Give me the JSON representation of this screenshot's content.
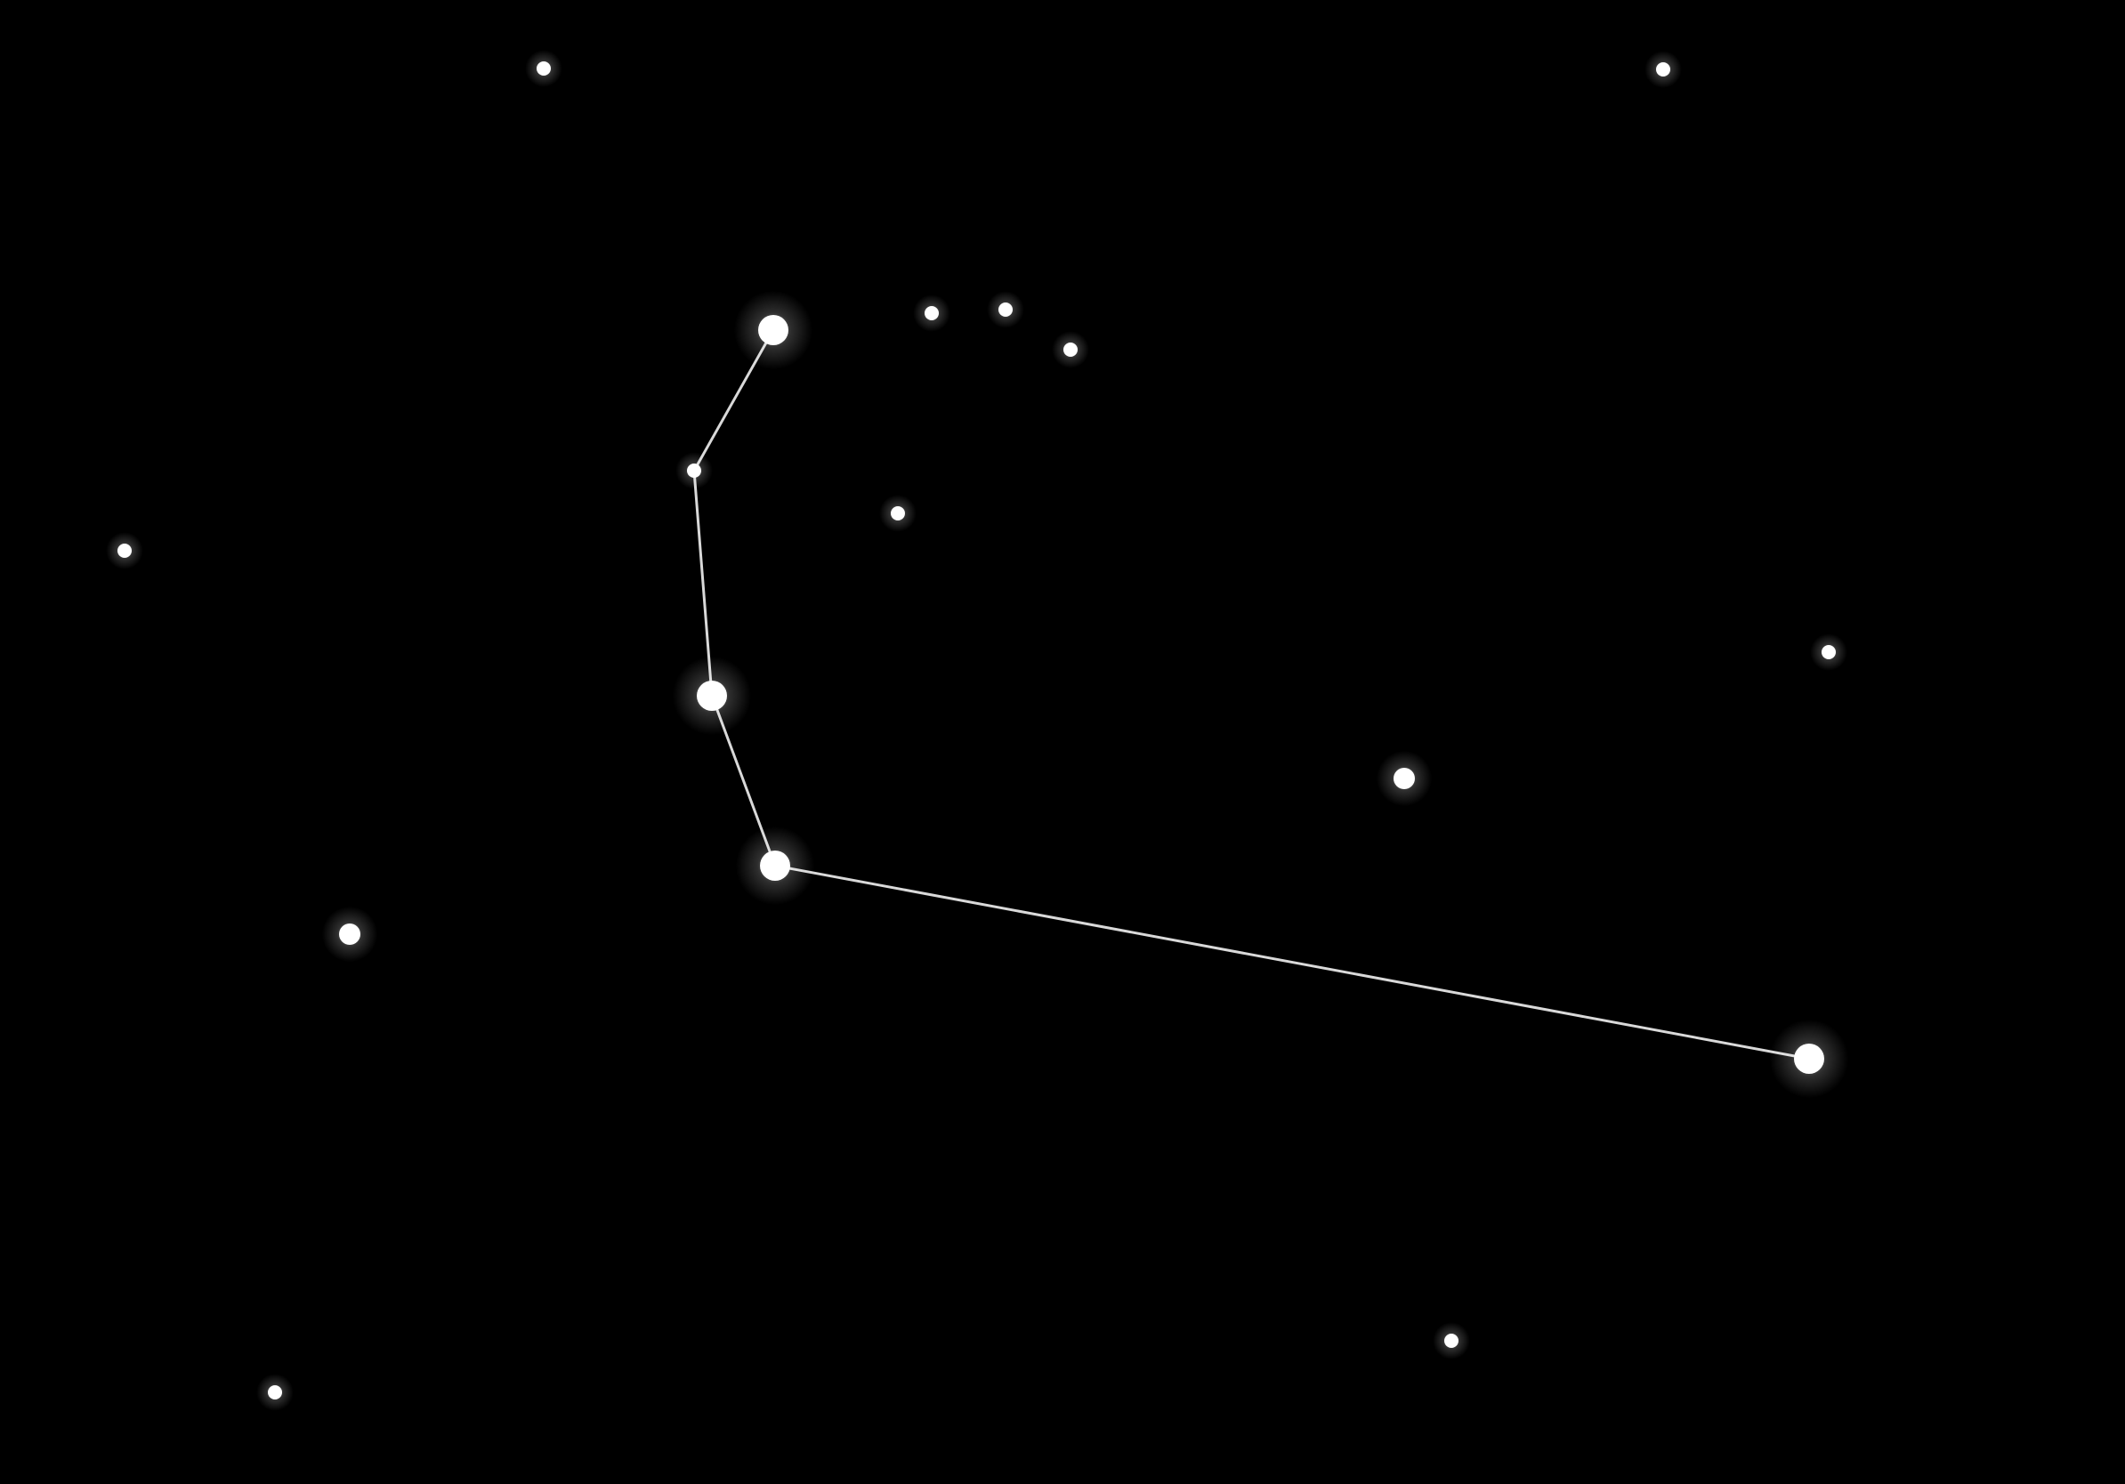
{
  "scene": {
    "background_color": "#000000",
    "star_color": "#FFFFFF",
    "line_color": "#D9D9D9"
  },
  "constellation": {
    "path_star_ids": [
      "c1",
      "c2",
      "c3",
      "c4",
      "c5"
    ]
  },
  "stars": [
    {
      "id": "s1",
      "role": "background",
      "magnitude": "small"
    },
    {
      "id": "s2",
      "role": "background",
      "magnitude": "small"
    },
    {
      "id": "s3",
      "role": "background",
      "magnitude": "small"
    },
    {
      "id": "s4",
      "role": "background",
      "magnitude": "small"
    },
    {
      "id": "s5",
      "role": "background",
      "magnitude": "small"
    },
    {
      "id": "s6",
      "role": "background",
      "magnitude": "small"
    },
    {
      "id": "s7",
      "role": "background",
      "magnitude": "small"
    },
    {
      "id": "s8",
      "role": "background",
      "magnitude": "small"
    },
    {
      "id": "s9",
      "role": "background",
      "magnitude": "medium"
    },
    {
      "id": "s10",
      "role": "background",
      "magnitude": "medium"
    },
    {
      "id": "s11",
      "role": "background",
      "magnitude": "small"
    },
    {
      "id": "s12",
      "role": "background",
      "magnitude": "small"
    },
    {
      "id": "c1",
      "role": "constellation",
      "magnitude": "large"
    },
    {
      "id": "c2",
      "role": "constellation",
      "magnitude": "small"
    },
    {
      "id": "c3",
      "role": "constellation",
      "magnitude": "large"
    },
    {
      "id": "c4",
      "role": "constellation",
      "magnitude": "large"
    },
    {
      "id": "c5",
      "role": "constellation",
      "magnitude": "large"
    }
  ]
}
